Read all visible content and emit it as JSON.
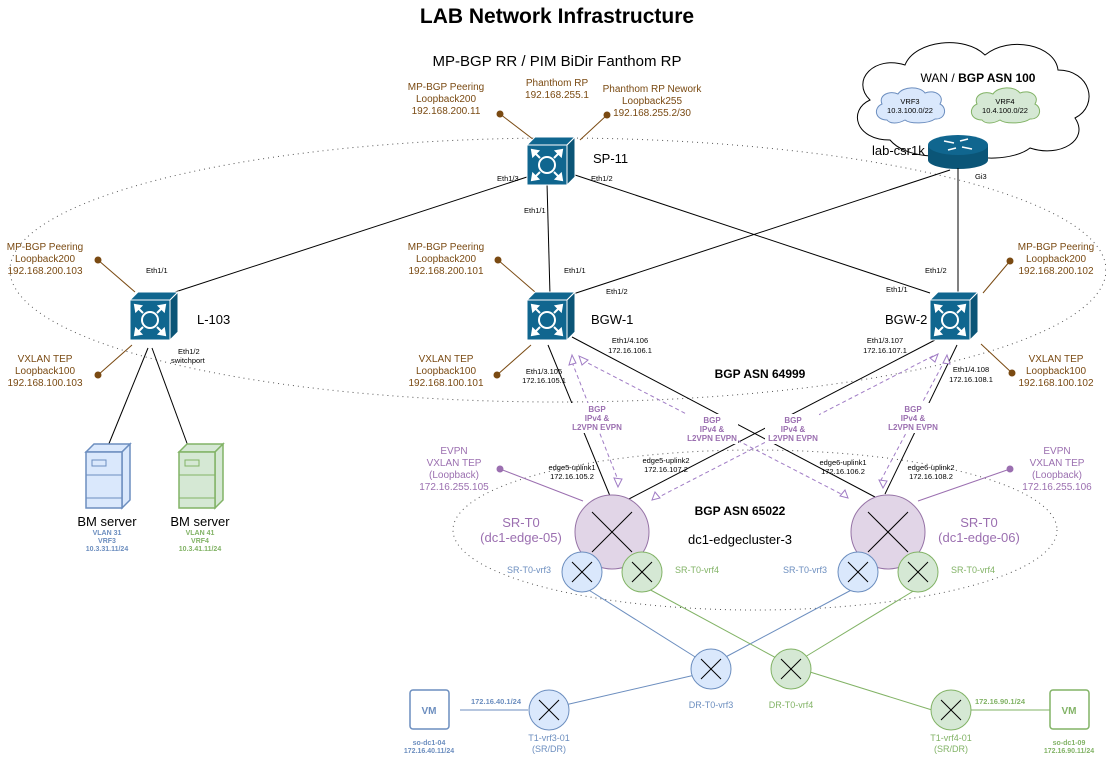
{
  "title": "LAB Network Infrastructure",
  "spine_header": "MP-BGP RR / PIM BiDir Fanthom RP",
  "colors": {
    "switch": "#10668f",
    "loopback": "#7a4a12",
    "evpn": "#9b6fb0",
    "vrf3_stroke": "#6c8ebf",
    "vrf3_fill": "#dae8fc",
    "vrf4_stroke": "#82b366",
    "vrf4_fill": "#d5e8d4",
    "sr_fill": "#e1d5e7"
  },
  "wan": {
    "title_prefix": "WAN / ",
    "title_bold": "BGP ASN 100",
    "vrf3": {
      "name": "VRF3",
      "prefix": "10.3.100.0/22"
    },
    "vrf4": {
      "name": "VRF4",
      "prefix": "10.4.100.0/22"
    },
    "router": {
      "name": "lab-csr1k",
      "icon": "router-icon",
      "port": "Gi3"
    }
  },
  "spine": {
    "name": "SP-11",
    "icon": "l3-switch-icon",
    "ports": {
      "left": "Eth1/3",
      "down": "Eth1/1",
      "right": "Eth1/2"
    },
    "loopbacks": [
      {
        "line1": "MP-BGP Peering",
        "line2": "Loopback200",
        "line3": "192.168.200.11"
      },
      {
        "line1": "Phanthom RP",
        "line2": "192.168.255.1"
      },
      {
        "line1": "Phanthom RP Nework",
        "line2": "Loopback255",
        "line3": "192.168.255.2/30"
      }
    ]
  },
  "leaf": {
    "name": "L-103",
    "port_up": "Eth1/1",
    "port_down": "Eth1/2",
    "port_down_mode": "switchport",
    "mpbgp": {
      "line1": "MP-BGP Peering",
      "line2": "Loopback200",
      "line3": "192.168.200.103"
    },
    "vtep": {
      "line1": "VXLAN TEP",
      "line2": "Loopback100",
      "line3": "192.168.100.103"
    }
  },
  "bgw1": {
    "name": "BGW-1",
    "port_a": "Eth1/1",
    "port_b": "Eth1/2",
    "sub1": {
      "port": "Eth1/3.105",
      "ip": "172.16.105.1"
    },
    "sub2": {
      "port": "Eth1/4.106",
      "ip": "172.16.106.1"
    },
    "mpbgp": {
      "line1": "MP-BGP Peering",
      "line2": "Loopback200",
      "line3": "192.168.200.101"
    },
    "vtep": {
      "line1": "VXLAN TEP",
      "line2": "Loopback100",
      "line3": "192.168.100.101"
    }
  },
  "bgw2": {
    "name": "BGW-2",
    "port_a": "Eth1/2",
    "port_b": "Eth1/1",
    "sub1": {
      "port": "Eth1/3.107",
      "ip": "172.16.107.1"
    },
    "sub2": {
      "port": "Eth1/4.108",
      "ip": "172.16.108.1"
    },
    "mpbgp": {
      "line1": "MP-BGP Peering",
      "line2": "Loopback200",
      "line3": "192.168.200.102"
    },
    "vtep": {
      "line1": "VXLAN TEP",
      "line2": "Loopback100",
      "line3": "192.168.100.102"
    }
  },
  "fabric_asn": "BGP ASN 64999",
  "bgp_session": {
    "line1": "BGP",
    "line2": "IPv4 &",
    "line3": "L2VPN EVPN"
  },
  "uplinks": [
    {
      "name": "edge5-uplink1",
      "ip": "172.16.105.2"
    },
    {
      "name": "edge5-uplink2",
      "ip": "172.16.107.2"
    },
    {
      "name": "edge6-uplink1",
      "ip": "172.16.106.2"
    },
    {
      "name": "edge6-uplink2",
      "ip": "172.16.108.2"
    }
  ],
  "edge_cluster": {
    "asn": "BGP ASN 65022",
    "name": "dc1-edgecluster-3"
  },
  "edge5": {
    "line1": "SR-T0",
    "line2": "(dc1-edge-05)",
    "vtep": {
      "line1": "EVPN",
      "line2": "VXLAN TEP",
      "line3": "(Loopback)",
      "line4": "172.16.255.105"
    },
    "vrf3": "SR-T0-vrf3",
    "vrf4": "SR-T0-vrf4"
  },
  "edge6": {
    "line1": "SR-T0",
    "line2": "(dc1-edge-06)",
    "vtep": {
      "line1": "EVPN",
      "line2": "VXLAN TEP",
      "line3": "(Loopback)",
      "line4": "172.16.255.106"
    },
    "vrf3": "SR-T0-vrf3",
    "vrf4": "SR-T0-vrf4"
  },
  "bm_servers": [
    {
      "name": "BM server",
      "vlan": "VLAN 31",
      "vrf": "VRF3",
      "ip": "10.3.31.11/24"
    },
    {
      "name": "BM server",
      "vlan": "VLAN 41",
      "vrf": "VRF4",
      "ip": "10.3.41.11/24"
    }
  ],
  "dr": {
    "vrf3": "DR-T0-vrf3",
    "vrf4": "DR-T0-vrf4"
  },
  "t1": [
    {
      "line1": "T1-vrf3-01",
      "line2": "(SR/DR)",
      "gw": "172.16.40.1/24"
    },
    {
      "line1": "T1-vrf4-01",
      "line2": "(SR/DR)",
      "gw": "172.16.90.1/24"
    }
  ],
  "vms": [
    {
      "label": "VM",
      "name": "so-dc1-04",
      "ip": "172.16.40.11/24"
    },
    {
      "label": "VM",
      "name": "so-dc1-09",
      "ip": "172.16.90.11/24"
    }
  ]
}
